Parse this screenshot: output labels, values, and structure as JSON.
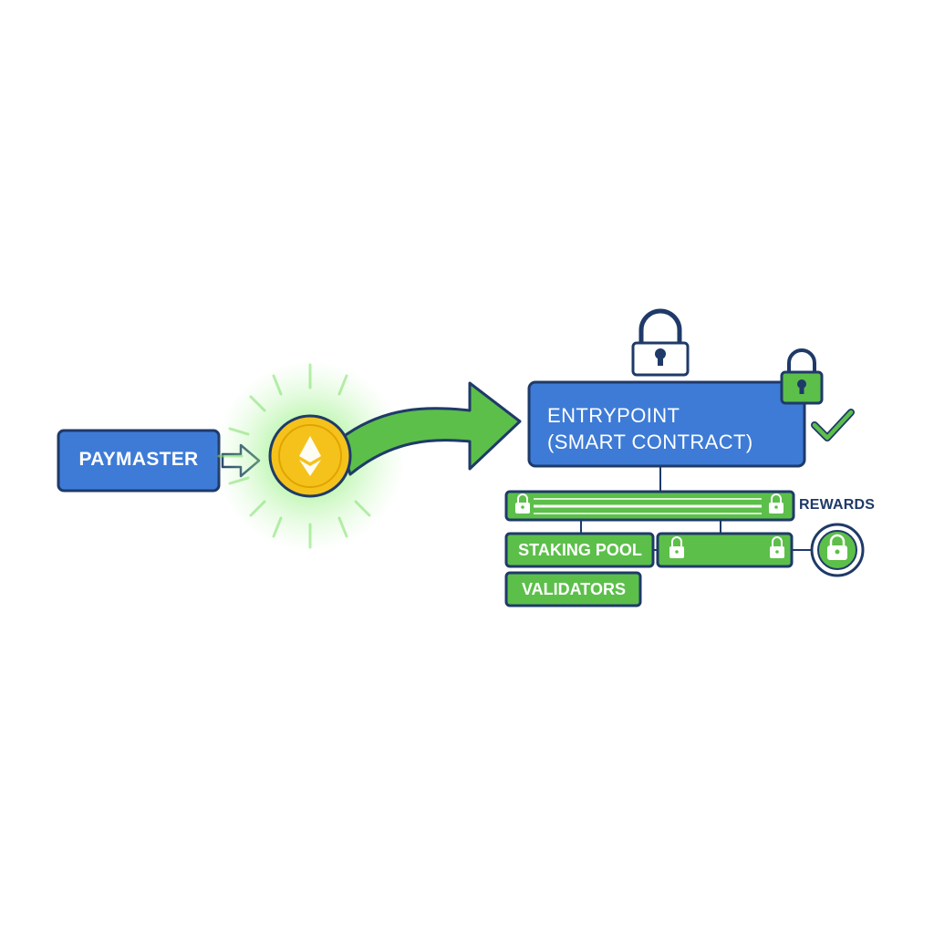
{
  "diagram": {
    "nodes": {
      "paymaster": {
        "label": "PAYMASTER"
      },
      "entrypoint": {
        "label_line1": "ENTRYPOINT",
        "label_line2": "(SMART CONTRACT)"
      },
      "staking_pool": {
        "label": "STAKING POOL"
      },
      "validators": {
        "label": "VALIDATORS"
      },
      "rewards": {
        "label": "REWARDS"
      }
    },
    "icons": [
      "ethereum-coin-icon",
      "padlock-icon",
      "checkmark-icon",
      "arrow-icon"
    ],
    "colors": {
      "blue_fill": "#3d7bd6",
      "blue_stroke": "#1f3a68",
      "green_fill": "#5cbf4a",
      "green_stroke": "#1f3a68",
      "coin_gold": "#f5c21b",
      "text_dark": "#1f3a68"
    }
  }
}
